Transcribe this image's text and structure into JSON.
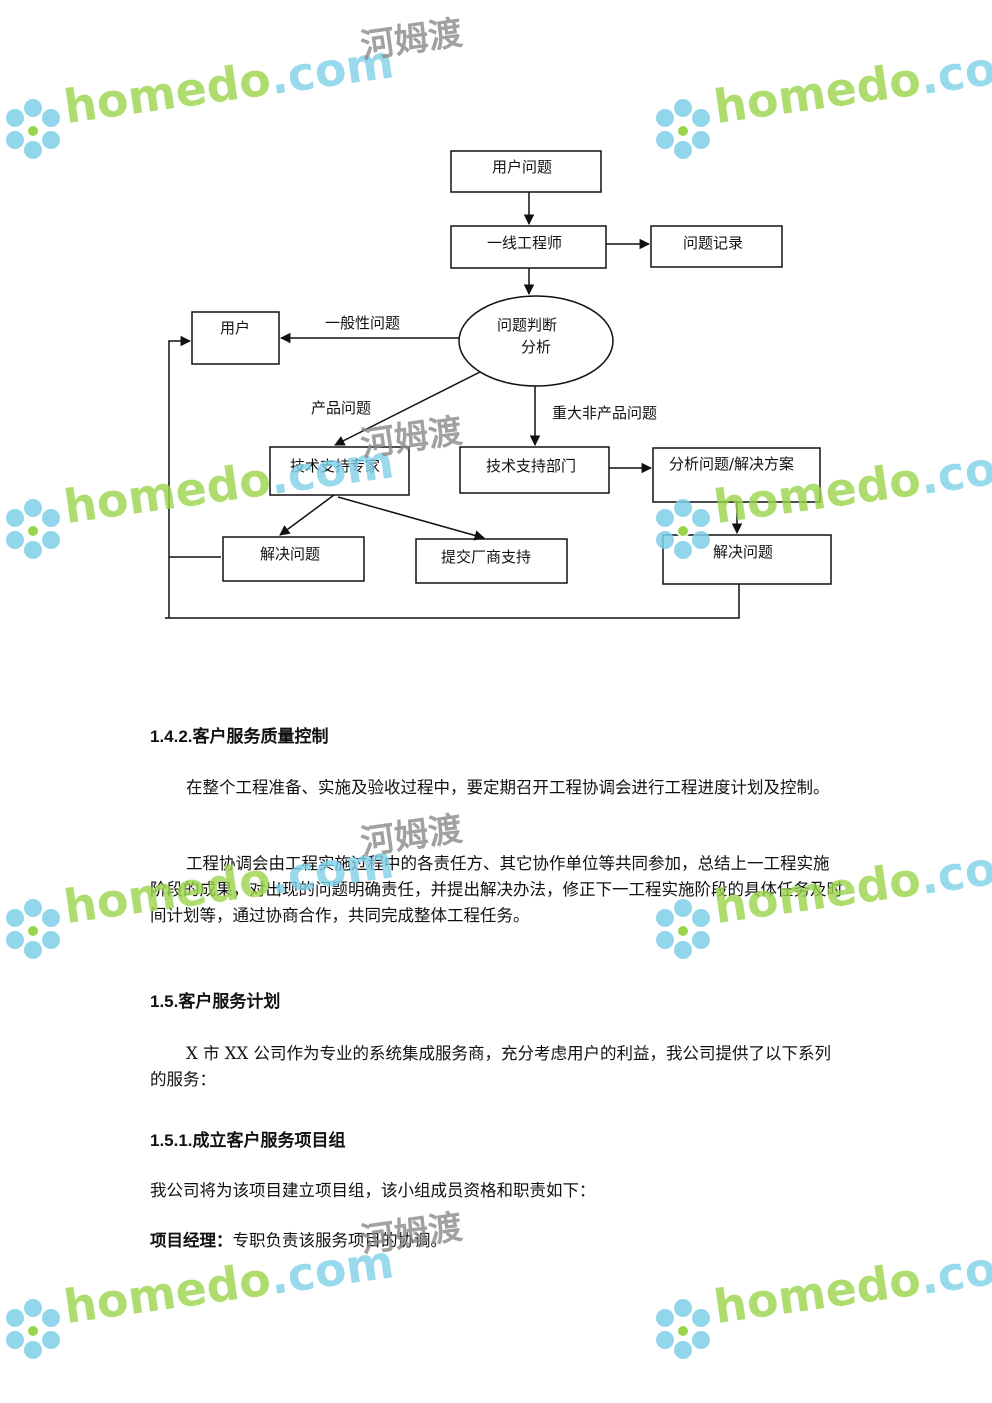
{
  "flowchart": {
    "nodes": {
      "user_problem": "用户问题",
      "first_line_engineer": "一线工程师",
      "problem_record": "问题记录",
      "user": "用户",
      "judge_line1": "问题判断",
      "judge_line2": "分析",
      "tech_expert": "技术支持专家",
      "tech_dept": "技术支持部门",
      "analysis_solution": "分析问题/解决方案",
      "solve_left": "解决问题",
      "vendor_support": "提交厂商支持",
      "solve_right": "解决问题"
    },
    "edges": {
      "general": "一般性问题",
      "product": "产品问题",
      "major": "重大非产品问题"
    }
  },
  "content": {
    "h_142": "1.4.2.客户服务质量控制",
    "p1": "在整个工程准备、实施及验收过程中，要定期召开工程协调会进行工程进度计划及控制。",
    "p2": "工程协调会由工程实施过程中的各责任方、其它协作单位等共同参加，总结上一工程实施阶段的成果，对出现的问题明确责任，并提出解决办法，修正下一工程实施阶段的具体任务及时间计划等，通过协商合作，共同完成整体工程任务。",
    "h_15": "1.5.客户服务计划",
    "p3": "X 市 XX 公司作为专业的系统集成服务商，充分考虑用户的利益，我公司提供了以下系列的服务：",
    "h_151": "1.5.1.成立客户服务项目组",
    "p4": "我公司将为该项目建立项目组，该小组成员资格和职责如下：",
    "p5_label": "项目经理：",
    "p5_text": "专职负责该服务项目的协调。"
  },
  "watermark": {
    "brand_a": "home",
    "brand_b": "do",
    "brand_c": ".com",
    "cn": "河姆渡",
    "color_green": "#9bd44a",
    "color_blue": "#7fd0e8"
  }
}
